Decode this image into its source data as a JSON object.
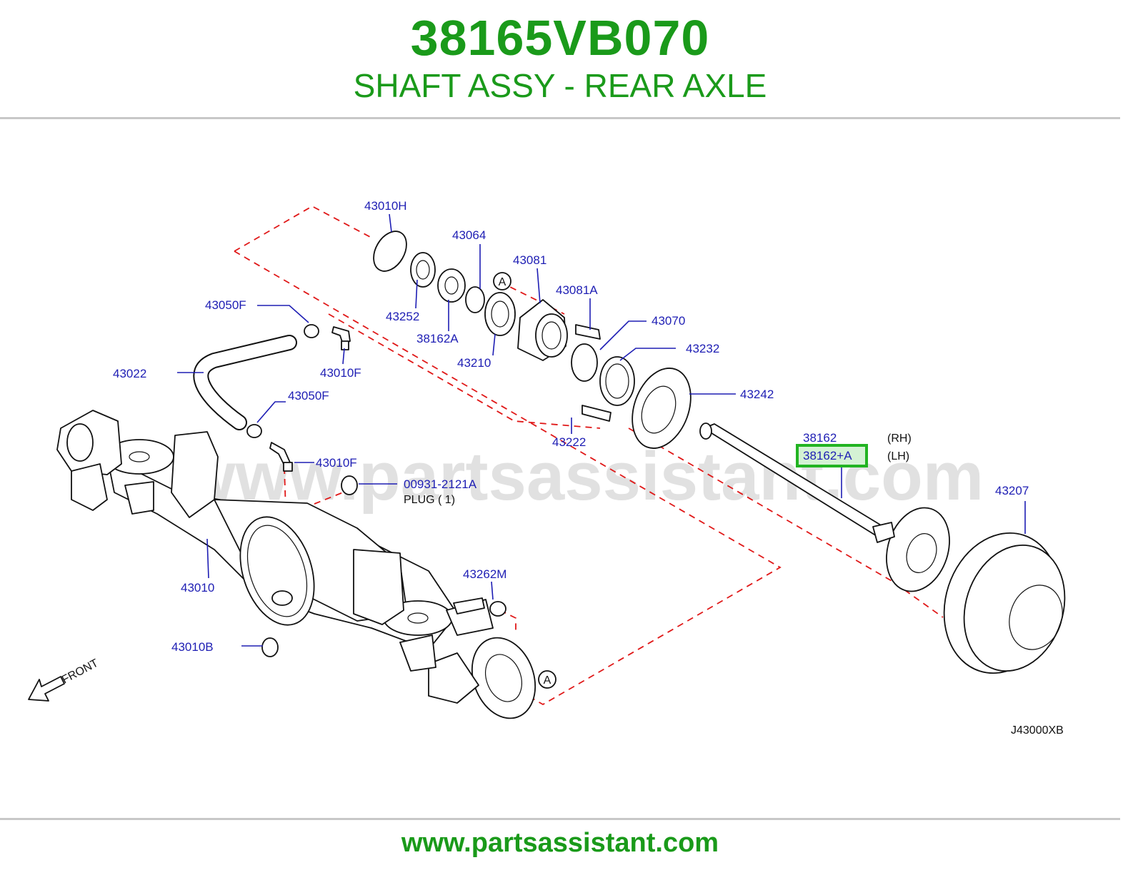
{
  "header": {
    "part_number": "38165VB070",
    "part_name": "SHAFT ASSY - REAR AXLE"
  },
  "footer": {
    "url": "www.partsassistant.com"
  },
  "diagram": {
    "watermark": "www.partsassistant.com",
    "ref_code": "J43000XB",
    "front_label": "FRONT",
    "circle_marker": "A",
    "plug_note": "PLUG ( 1)",
    "rh": "(RH)",
    "lh": "(LH)",
    "highlight_color": "#22b422",
    "labels": {
      "p43010H": "43010H",
      "p43064": "43064",
      "p43081": "43081",
      "p43081A": "43081A",
      "p43070": "43070",
      "p43232": "43232",
      "p43242": "43242",
      "p43252": "43252",
      "p38162A": "38162A",
      "p43210": "43210",
      "p43050F_a": "43050F",
      "p43010F_a": "43010F",
      "p43022": "43022",
      "p43050F_b": "43050F",
      "p43010F_b": "43010F",
      "p43222": "43222",
      "p38162": "38162",
      "p38162pA": "38162+A",
      "p00931": "00931-2121A",
      "p43207": "43207",
      "p43010": "43010",
      "p43262M": "43262M",
      "p43010B": "43010B"
    }
  }
}
